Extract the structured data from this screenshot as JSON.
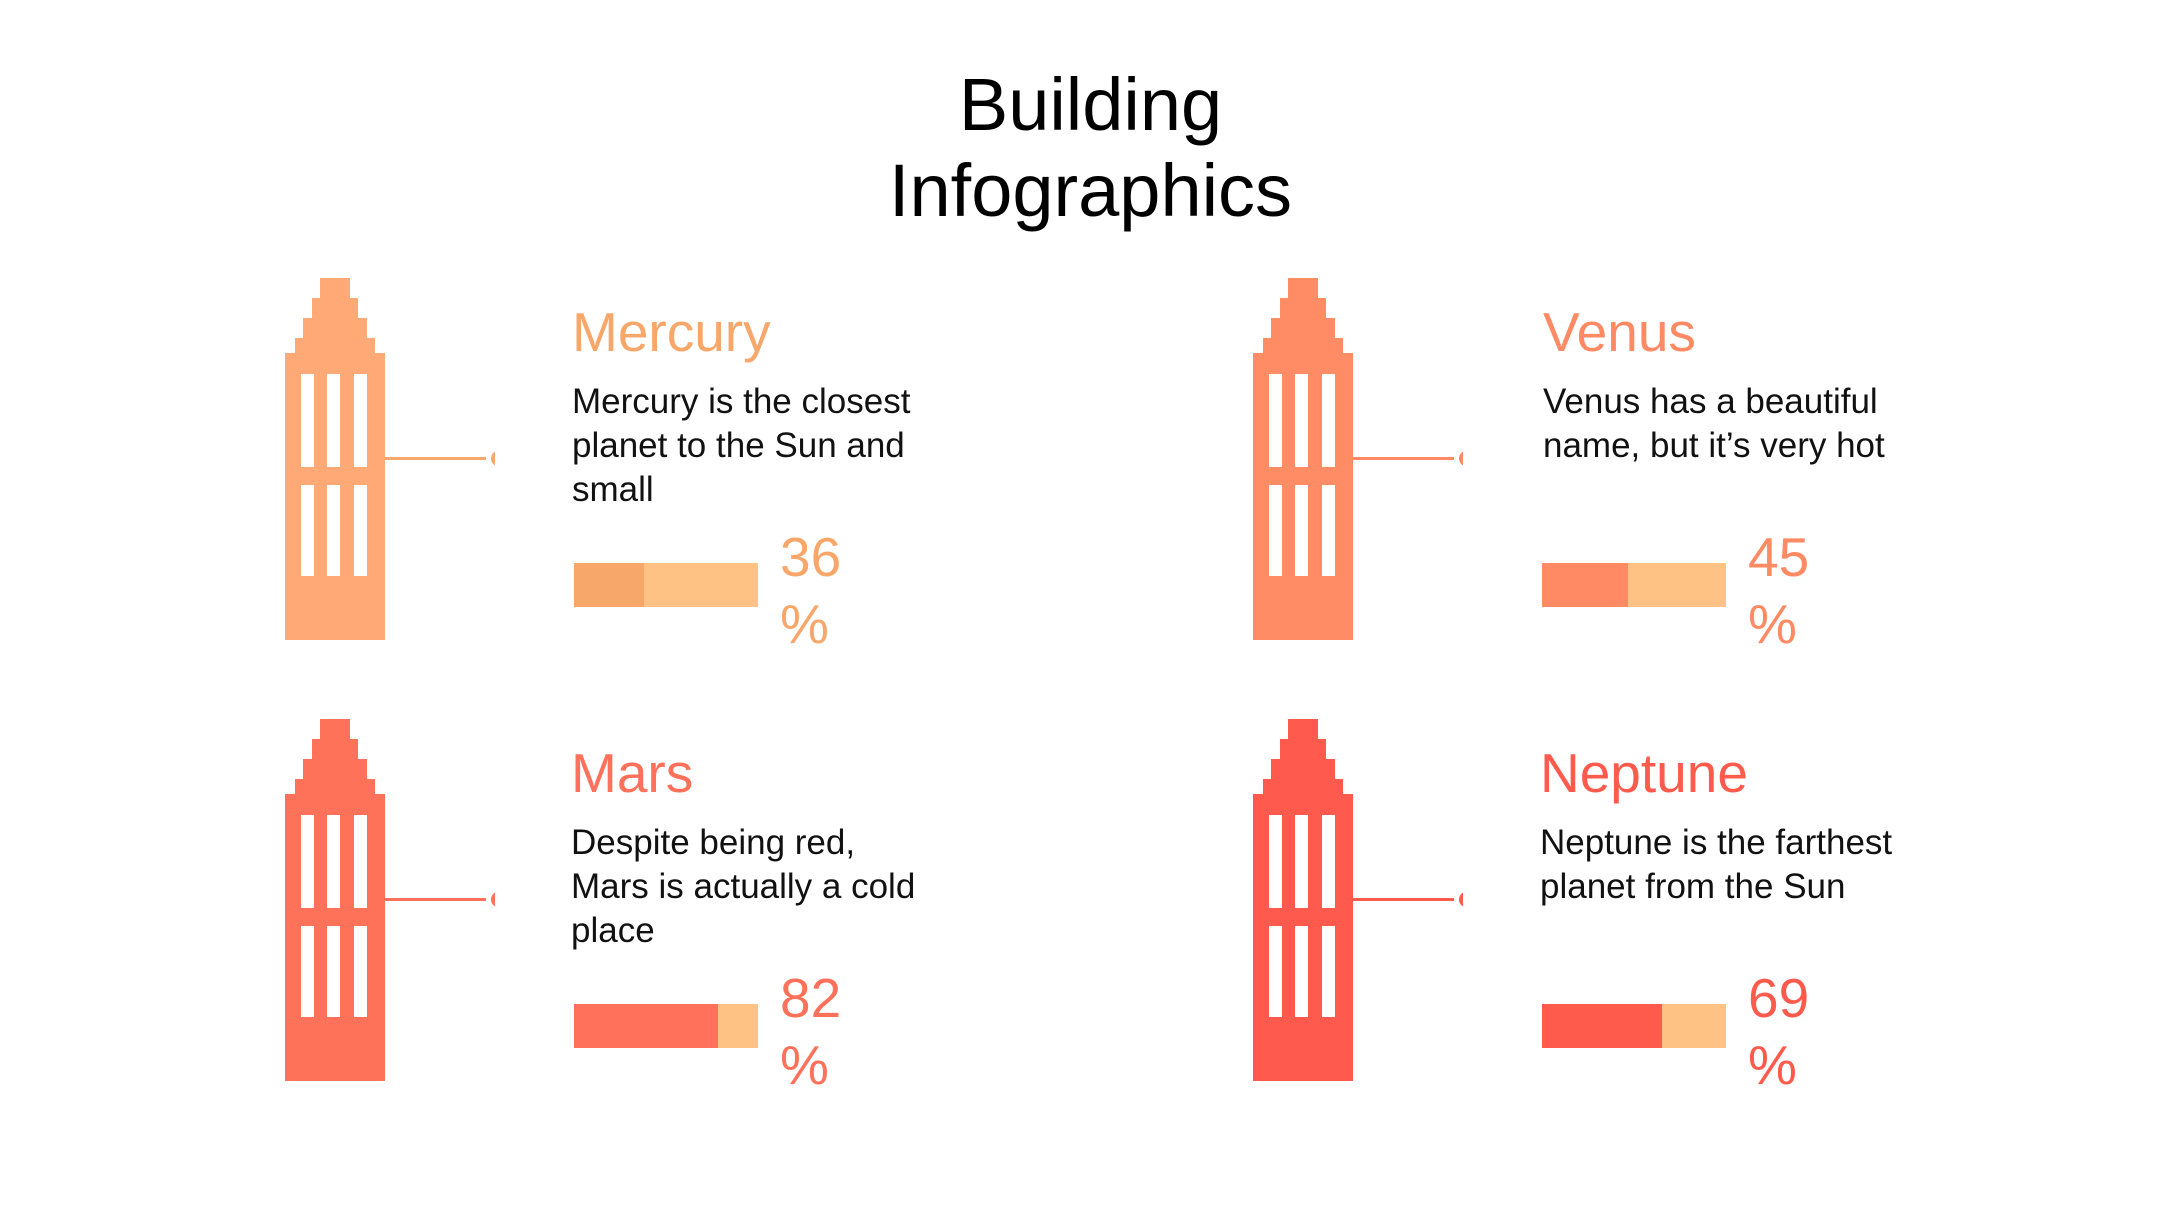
{
  "title": {
    "line1": "Building",
    "line2": "Infographics"
  },
  "colors": {
    "track": "#ffc285",
    "window": "#ffffff"
  },
  "cards": [
    {
      "name": "Mercury",
      "description": "Mercury is the closest planet to the Sun and small",
      "percent_value": "36",
      "percent_sign": "%",
      "level": 0.38,
      "color": "#f8a76b",
      "building_color": "#ffaa76"
    },
    {
      "name": "Venus",
      "description": "Venus has a beautiful name, but it’s very hot",
      "percent_value": "45",
      "percent_sign": "%",
      "level": 0.47,
      "color": "#ff8a63",
      "building_color": "#ff8c64"
    },
    {
      "name": "Mars",
      "description": "Despite being red, Mars is actually a cold place",
      "percent_value": "82",
      "percent_sign": "%",
      "level": 0.78,
      "color": "#ff715a",
      "building_color": "#ff725a"
    },
    {
      "name": "Neptune",
      "description": "Neptune is the farthest planet from the Sun",
      "percent_value": "69",
      "percent_sign": "%",
      "level": 0.65,
      "color": "#ff5b4d",
      "building_color": "#ff5a4d"
    }
  ]
}
